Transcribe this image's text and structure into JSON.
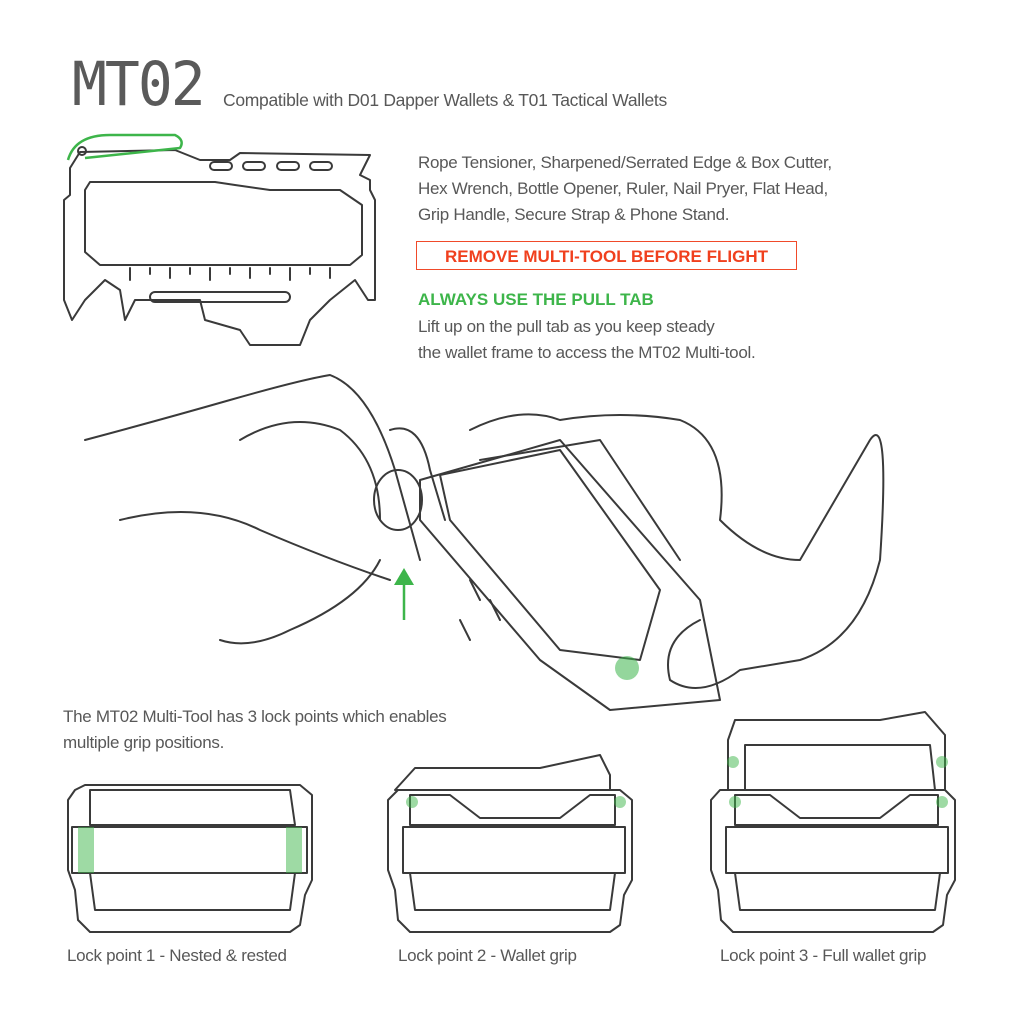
{
  "header": {
    "title": "MT02",
    "subtitle": "Compatible with D01 Dapper Wallets & T01 Tactical Wallets"
  },
  "features": {
    "lines": [
      "Rope Tensioner, Sharpened/Serrated Edge & Box Cutter,",
      "Hex Wrench, Bottle Opener, Ruler, Nail Pryer, Flat Head,",
      "Grip Handle, Secure Strap & Phone Stand."
    ]
  },
  "warning": {
    "label": "REMOVE MULTI-TOOL BEFORE FLIGHT",
    "color": "#f0401e"
  },
  "pull_tab": {
    "title": "ALWAYS USE THE PULL TAB",
    "lines": [
      "Lift up on the pull tab as you keep steady",
      "the wallet frame to access the MT02 Multi-tool."
    ],
    "color": "#3db54a"
  },
  "lock_points": {
    "intro": [
      "The MT02 Multi-Tool has 3 lock points which enables",
      "multiple grip positions."
    ],
    "items": [
      {
        "caption": "Lock point 1 - Nested & rested"
      },
      {
        "caption": "Lock point 2 - Wallet grip"
      },
      {
        "caption": "Lock point 3 - Full wallet grip"
      }
    ]
  },
  "icons": {
    "arrow": "arrow-up-icon"
  }
}
